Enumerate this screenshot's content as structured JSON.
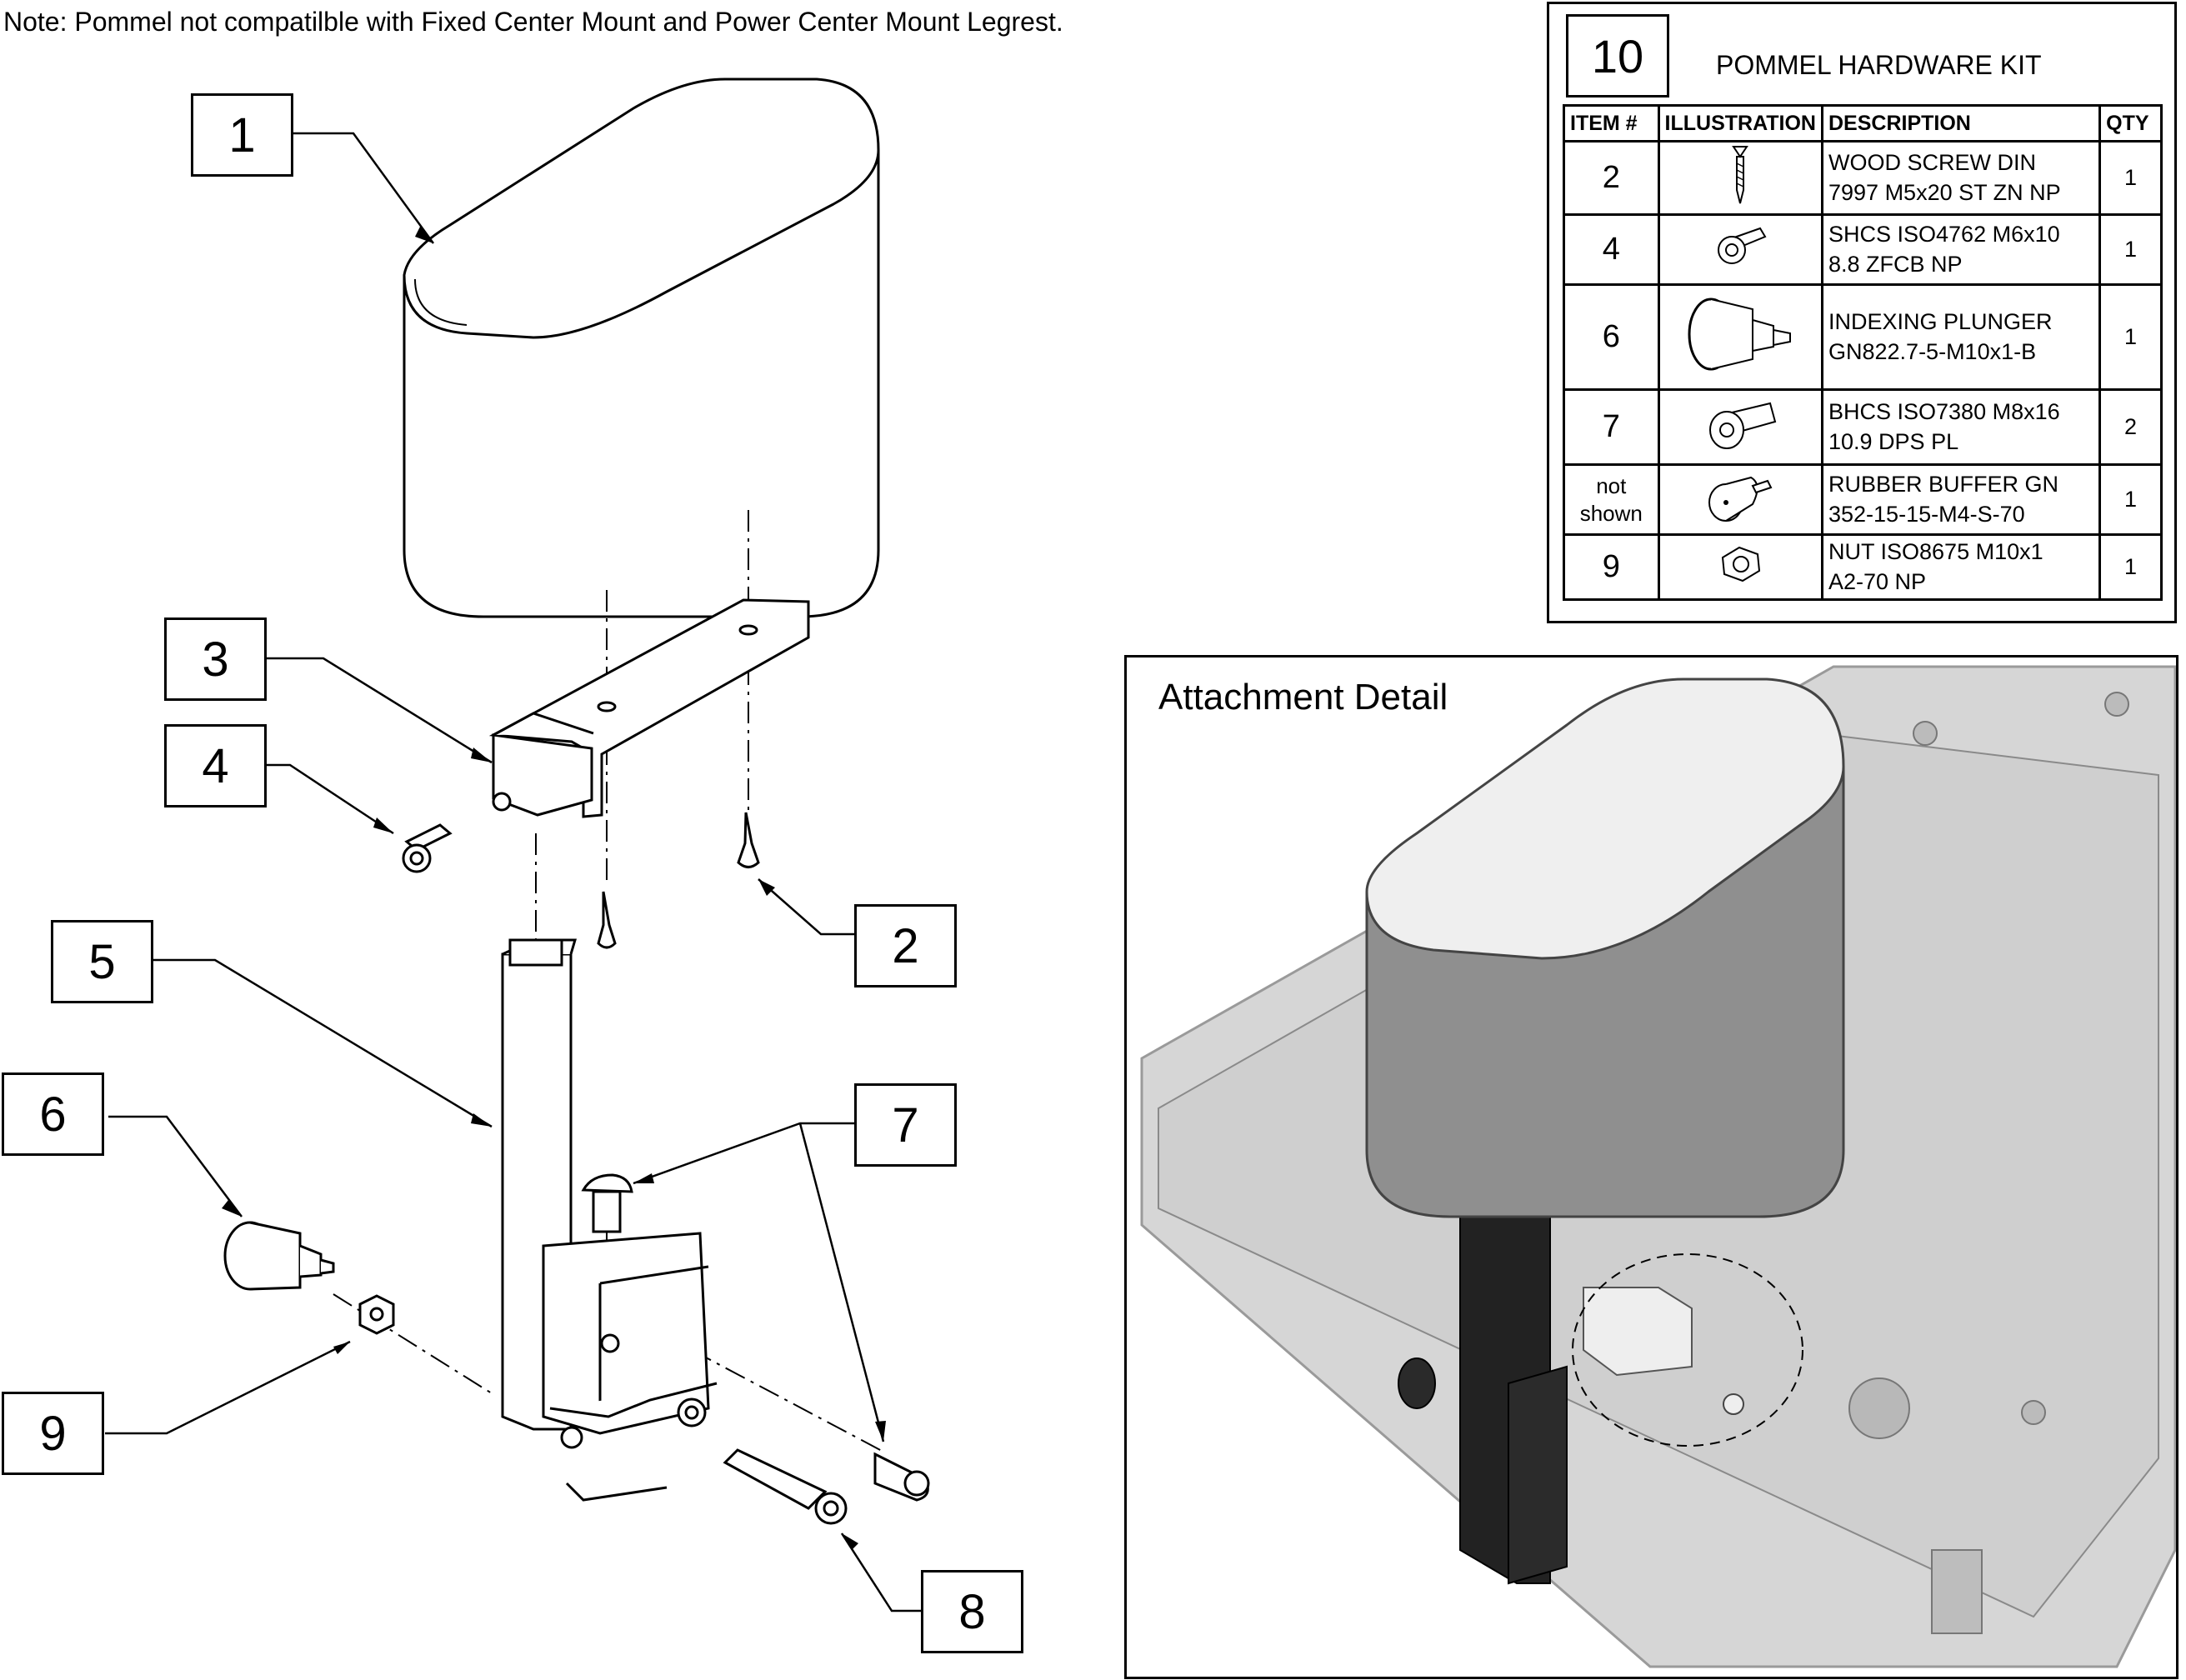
{
  "note": "Note: Pommel not compatilble with Fixed Center Mount and Power Center Mount Legrest.",
  "callouts": [
    "1",
    "2",
    "3",
    "4",
    "5",
    "6",
    "7",
    "8",
    "9"
  ],
  "kit": {
    "number": "10",
    "title": "POMMEL HARDWARE KIT",
    "headers": [
      "ITEM #",
      "ILLUSTRATION",
      "DESCRIPTION",
      "QTY"
    ],
    "rows": [
      {
        "item": "2",
        "icon": "wood-screw-icon",
        "desc1": "WOOD SCREW DIN",
        "desc2": "7997 M5x20 ST ZN NP",
        "qty": "1"
      },
      {
        "item": "4",
        "icon": "shcs-icon",
        "desc1": "SHCS ISO4762 M6x10",
        "desc2": "8.8 ZFCB NP",
        "qty": "1"
      },
      {
        "item": "6",
        "icon": "indexing-plunger-icon",
        "desc1": "INDEXING PLUNGER",
        "desc2": "GN822.7-5-M10x1-B",
        "qty": "1"
      },
      {
        "item": "7",
        "icon": "bhcs-icon",
        "desc1": "BHCS ISO7380 M8x16",
        "desc2": "10.9 DPS PL",
        "qty": "2"
      },
      {
        "item1": "not",
        "item2": "shown",
        "icon": "rubber-buffer-icon",
        "desc1": "RUBBER BUFFER GN",
        "desc2": "352-15-15-M4-S-70",
        "qty": "1"
      },
      {
        "item": "9",
        "icon": "nut-icon",
        "desc1": "NUT ISO8675 M10x1",
        "desc2": "A2-70 NP",
        "qty": "1"
      }
    ]
  },
  "detail_title": "Attachment Detail"
}
